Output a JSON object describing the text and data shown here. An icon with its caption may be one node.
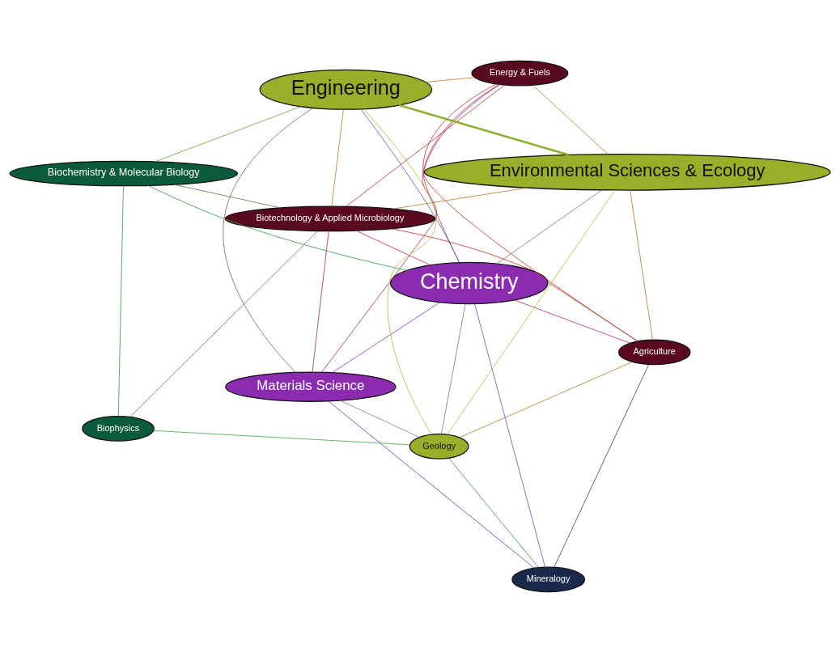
{
  "diagram": {
    "nodes": [
      {
        "text": [
          "Biotechnology & Applied Microbiology"
        ]
      },
      {
        "text": [
          "Agriculture"
        ]
      },
      {
        "text": [
          "Biophysics"
        ]
      },
      {
        "text": [
          "Biochemistry & Molecular Biology"
        ]
      },
      {
        "text": [
          "Energy & Fuels"
        ]
      },
      {
        "text": [
          "Chemistry"
        ]
      },
      {
        "text": [
          "Materials Science"
        ]
      },
      {
        "text": [
          "Engineering"
        ]
      },
      {
        "text": [
          "Environmental Sciences & Ecology"
        ]
      },
      {
        "text": [
          "Mineralogy"
        ]
      },
      {
        "text": [
          "Geology"
        ]
      }
    ],
    "edges": [
      {
        "from": 0,
        "to": 1,
        "arrow": "none",
        "color": "#c0392b"
      },
      {
        "from": 0,
        "to": 4,
        "arrow": "none",
        "color": "#c0392b"
      },
      {
        "from": 0,
        "to": 6,
        "arrow": "none",
        "color": "#b0306a"
      },
      {
        "from": 0,
        "to": 7,
        "arrow": "none",
        "color": "#c08030"
      },
      {
        "from": 0,
        "to": 8,
        "arrow": "none",
        "color": "#c08030"
      },
      {
        "from": 0,
        "to": 5,
        "arrow": "none",
        "color": "#c0307a"
      },
      {
        "from": 0,
        "to": 2,
        "arrow": "none",
        "color": "#6b7a4a"
      },
      {
        "from": 0,
        "to": 3,
        "arrow": "none",
        "color": "#6b7a4a"
      },
      {
        "from": 1,
        "to": 4,
        "arrow": "none",
        "color": "#c0392b"
      },
      {
        "from": 1,
        "to": 9,
        "arrow": "none",
        "color": "#5a3a6a"
      },
      {
        "from": 1,
        "to": 5,
        "arrow": "none",
        "color": "#c0307a"
      },
      {
        "from": 1,
        "to": 8,
        "arrow": "none",
        "color": "#b08030"
      },
      {
        "from": 1,
        "to": 10,
        "arrow": "none",
        "color": "#b08030"
      },
      {
        "from": 4,
        "to": 6,
        "arrow": "none",
        "color": "#b03060"
      },
      {
        "from": 4,
        "to": 5,
        "arrow": "none",
        "color": "#c0307a"
      },
      {
        "from": 4,
        "to": 7,
        "arrow": "none",
        "color": "#c08030"
      },
      {
        "from": 4,
        "to": 8,
        "arrow": "none",
        "color": "#b08030"
      },
      {
        "from": 6,
        "to": 5,
        "arrow": "none",
        "color": "#9b30c0"
      },
      {
        "from": 6,
        "to": 7,
        "arrow": "none",
        "color": "#8a6060"
      },
      {
        "from": 6,
        "to": 9,
        "arrow": "none",
        "color": "#4a4ac0"
      },
      {
        "from": 6,
        "to": 10,
        "arrow": "none",
        "color": "#a08080"
      },
      {
        "from": 5,
        "to": 3,
        "arrow": "none",
        "color": "#3a9a4a"
      },
      {
        "from": 5,
        "to": 7,
        "arrow": "none",
        "color": "#5a5ac0"
      },
      {
        "from": 5,
        "to": 9,
        "arrow": "none",
        "color": "#5a5ac0"
      },
      {
        "from": 5,
        "to": 8,
        "arrow": "none",
        "color": "#9a7060"
      },
      {
        "from": 5,
        "to": 10,
        "arrow": "none",
        "color": "#9a7090"
      },
      {
        "from": 2,
        "to": 3,
        "arrow": "none",
        "color": "#3a9a4a"
      },
      {
        "from": 2,
        "to": 10,
        "arrow": "none",
        "color": "#4aaa4a"
      },
      {
        "from": 3,
        "to": 7,
        "arrow": "none",
        "color": "#6aaa3a"
      },
      {
        "from": 7,
        "to": 8,
        "arrow": "none",
        "style": "thick",
        "color": "#8ab030"
      },
      {
        "from": 7,
        "to": 10,
        "arrow": "none",
        "color": "#b0c030"
      },
      {
        "from": 8,
        "to": 10,
        "arrow": "none",
        "color": "#b0c030"
      },
      {
        "from": 9,
        "to": 10,
        "arrow": "none",
        "color": "#3a8a6a"
      }
    ]
  }
}
